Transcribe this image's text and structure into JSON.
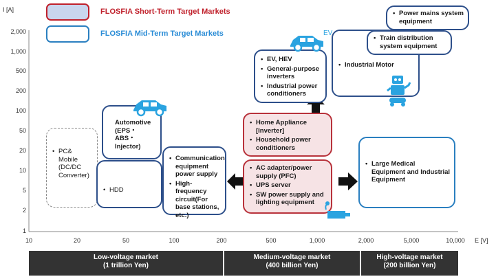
{
  "y_axis": {
    "label": "I [A]",
    "ticks": [
      "2,000",
      "1,000",
      "500",
      "200",
      "100",
      "50",
      "20",
      "10",
      "5",
      "2",
      "1"
    ]
  },
  "x_axis": {
    "label": "E [V]",
    "ticks": [
      "10",
      "20",
      "50",
      "100",
      "200",
      "500",
      "1,000",
      "2,000",
      "5,000",
      "10,000"
    ]
  },
  "legend": {
    "short_term": "FLOSFIA Short-Term Target Markets",
    "mid_term": "FLOSFIA Mid-Term Target Markets"
  },
  "icons": {
    "ev_label": "EV"
  },
  "boxes": {
    "pc_mobile": {
      "items": [
        "PC& Mobile (DC/DC Converter)"
      ]
    },
    "hdd": {
      "items": [
        "HDD"
      ]
    },
    "automotive": {
      "items": [
        "Automotive",
        "(EPS・ABS・Injector)"
      ]
    },
    "communication": {
      "items": [
        "Communication equipment power supply",
        "High-frequency circuit(For base stations, etc.)"
      ]
    },
    "ac_adapter": {
      "items": [
        "AC adapter/power supply (PFC)",
        "UPS server",
        "SW power supply and lighting equipment"
      ]
    },
    "home_appliance": {
      "items": [
        "Home Appliance [Inverter]",
        "Household power conditioners"
      ]
    },
    "ev_hev": {
      "items": [
        "EV, HEV",
        "General-purpose inverters",
        "Industrial power conditioners"
      ]
    },
    "industrial_motor": {
      "items": [
        "Industrial  Motor"
      ]
    },
    "train": {
      "items": [
        "Train distribution system equipment"
      ]
    },
    "power_mains": {
      "items": [
        "Power mains system equipment"
      ]
    },
    "medical": {
      "items": [
        "Large Medical Equipment and Industrial Equipment"
      ]
    }
  },
  "segments": {
    "low": {
      "line1": "Low-voltage market",
      "line2": "(1 trillion Yen)"
    },
    "medium": {
      "line1": "Medium-voltage market",
      "line2": "(400 billion Yen)"
    },
    "high": {
      "line1": "High-voltage market",
      "line2": "(200 billion Yen)"
    }
  },
  "colors": {
    "short_term_border": "#c0202b",
    "short_term_fill": "#c9d6ee",
    "mid_term_border": "#2a7fc0",
    "icon_blue": "#2aa3e0",
    "segment_bar": "#333333"
  }
}
